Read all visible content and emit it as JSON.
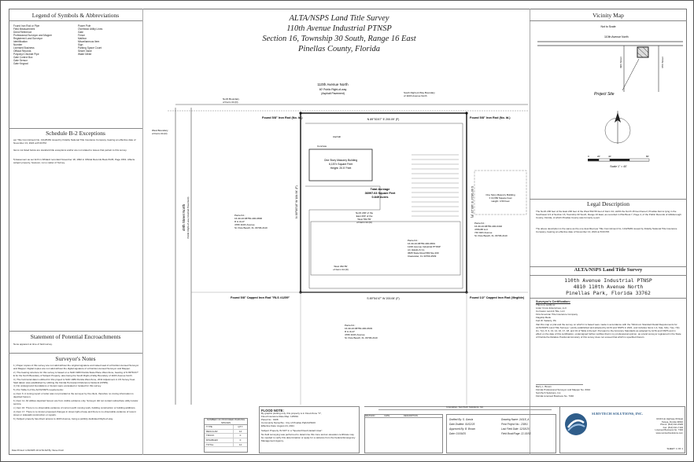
{
  "title": {
    "line1": "ALTA/NSPS Land Title Survey",
    "line2": "110th Avenue Industrial PTNSP",
    "line3": "Section 16, Township 30 South, Range 16 East",
    "line4": "Pinellas County, Florida"
  },
  "legend": {
    "heading": "Legend of Symbols & Abbreviations",
    "left": [
      "Found Iron Rod or Pipe",
      "Field Measurement",
      "Deed Reference",
      "Professional Surveyor and Mapper",
      "Registered Land Surveyor",
      "Identification",
      "Number",
      "Licensed Business",
      "Official Records",
      "Polyvinyl Chloride Pipe",
      "Gate Control Box",
      "Gate Sensor",
      "Gate Keypad"
    ],
    "right": [
      "Power Pole",
      "Overhead Utility Lines",
      "Gate",
      "Fence",
      "Mailbox",
      "Miscellaneous Item",
      "Sign",
      "Parking Space Count",
      "Sewer Valve",
      "Water Meter"
    ]
  },
  "schedule": {
    "heading": "Schedule B-2 Exceptions",
    "note": "per Title Commitment No. 13125481 issued by Fidelity National Title Insurance Company, bearing an effective date of November 13, 2024 at 8:00 PM.",
    "items_note": "Items not listed below are standard title exceptions and/or are not related to issues that pertain to this survey.",
    "item5": "Easement as set forth in Affidavit recorded November 18, 1992 in Official Records Book 8135, Page 1561. Affects subject property, however, not a matter of Survey."
  },
  "encroachments": {
    "heading": "Statement of Potential Encroachments",
    "text": "None apparent at time of field survey."
  },
  "surveyor_notes": {
    "heading": "Surveyor's Notes",
    "items": [
      "1.) Paper copies of this survey are not valid without the original signature and raised seal of a Florida Licensed Surveyor and Mapper. Digital copies are not valid without the digital signature of a Florida Licensed Surveyor and Mapper.",
      "2.) The bearing structure for this survey is based on a NAD 1983 Florida State Plane West Zone, bearing of N 89°53'47\" E for the North Boundary of Subject Property, also being the South Right-of-Way Boundary of 110th Avenue North.",
      "3.) The horizontal datum utilized for this project is NAD 1983 Florida West Zone, 2011 Adjustment in US Survey Feet. Said datum was established by utilizing the Florida Permanent Reference Network (FPRN).",
      "4.) No underground foundations or footers were excavated or located for this survey.",
      "5.) Per Table A of the ALTA/NSPS requirements:",
      "a.) Item 6. A zoning report or letter was not provided to the surveyor by the client, therefore no zoning information is depicted hereon.",
      "b.) Item 11. All utilities depicted hereon are from visible evidence only. Surveyor did not contact subsurface utility locator service.",
      "c.) Item 16. There is no observable evidence of current earth moving work, building construction or building additions.",
      "d.) Item 17. There is no known proposed changes in street right-of-way and there is no observable evidence of recent street or sidewalk construction or repairs.",
      "6.) Subject property has direct access to 110th Avenue, being a publicly dedicated Right-of-way."
    ]
  },
  "parking": {
    "heading": "NUMBER OF PROVIDED PARKING SPACES",
    "rows": [
      {
        "label": "TYPE",
        "value": "QTY"
      },
      {
        "label": "REGULAR",
        "value": "14"
      },
      {
        "label": "TRUCK",
        "value": "0"
      },
      {
        "label": "DISABLED",
        "value": "0"
      },
      {
        "label": "TOTAL",
        "value": "14"
      }
    ]
  },
  "flood": {
    "heading": "FLOOD NOTE:",
    "lines": [
      "By graphic plotting only, this property is in Flood Zone \"X\",",
      "Flood Insurance Rate Map: 125091",
      "Panel No.: 0108",
      "Community Name/No.: City of Pinellas Park/125100",
      "Effective Date: August 24, 2021",
      "",
      "Subject Property IS NOT in a \"Special Flood Hazard Area\".",
      "",
      "No field surveying was performed to determine this zone and an elevation certificate may be needed to verify this determination or apply for a variance from the Federal Emergency Management Agency."
    ]
  },
  "vicinity": {
    "heading": "Vicinity Map",
    "not_to_scale": "Not to Scale",
    "road_top": "110th Avenue North",
    "site": "Project Site",
    "road_left": "49th Street",
    "road_right": "47th Street"
  },
  "scale": {
    "values": [
      "0",
      "20'",
      "40'",
      "80'"
    ],
    "label": "Scale 1\" = 40'"
  },
  "legal": {
    "heading": "Legal Description",
    "text": "The North 200 feet of the East 200 feet of the West 562.59 feet of Farm 34, LESS the North 15 feet thereof, Pinellas Farms lying in the Southwest 1/4 of Section 16, Township 30 South, Range 16 East, as recorded in Plat Book 7, Page 4, of the Public Records of Hillsborough County, Florida, of which Pinellas County was formerly a part.",
    "text2": "The above description is the same as the one described per Title Commitment No. 13125481 issued by Fidelity National Title Insurance Company, bearing an effective date of November 13, 2024 at 8:00 PM."
  },
  "title_block": {
    "line1": "ALTA/NSPS Land Title Survey",
    "line2": "110th Avenue Industrial PTNSP",
    "line3": "4810 110th Avenue North",
    "line4": "Pinellas Park, Florida 33762"
  },
  "certification": {
    "heading": "Surveyor's Certification:",
    "lines": [
      "This is to certify to:",
      "Lister Cross Enterprises, LLC",
      "Corrosion Land & Title, LLC",
      "First American Title Insurance Company",
      "Flagship Bank",
      "Fed W. Satterly, PA"
    ],
    "text": "that this map or plat and the survey on which it is based were made in accordance with the \"Minimum Standard Detail Requirements for ALTA/NSPS Land Title Surveys,\" jointly established and adopted by ALTA and NSPS in 2021, and includes Items 1-4, 6(a), 6(b), 7(a), 7(b)(1), 7(c), 8, 9, 13, 14, 16, 17, 18, and 19 of Table A thereof. Pursuant to the Accuracy Standards as adopted by ALTA and NSPS and in effect on the date of this certification, undersigned further certifies that in my professional opinion, as a land surveyor registered in the State of Florida the Relative Positional Accuracy of this survey does not exceed that which is specified therein."
  },
  "signature": {
    "name": "Barry L. Brown",
    "title": "Florida Professional Surveyor and Mapper No. 6010",
    "company": "SurvTech Solutions, Inc.",
    "lb": "Florida Licensed Business No. 7340"
  },
  "company_strip": "Innovative. SurvTech Solutions, Inc.",
  "revisions": {
    "header_left": "REVISION",
    "header_mid": "DATE",
    "header_right": "DESCRIPTION"
  },
  "project": {
    "drafted": "Drafted By: S. Garcia",
    "date_drafted": "Date Drafted: 01/02/25",
    "approved": "Approved By: B. Brown",
    "date": "Date: 01/09/25",
    "drawing": "Drawing Name: 24118_A",
    "project_no": "Print Project No.: 23951",
    "last_field": "Last Field Date: 12/18/25",
    "field_book": "Field Book/Page: 22-03/52"
  },
  "company": {
    "name": "SURVTECH SOLUTIONS, INC.",
    "addr": "10413 Ho Highway 60 East",
    "city": "Tampa, Florida 33610",
    "phone": "Phone: (813) 621-4929",
    "fax": "Fax: (813) 621-7194",
    "lb": "Licensed Business No. 7340",
    "web": "www.survtechsolutions.com",
    "sheet": "SHEET: 1 OF 1"
  },
  "footer_left": "Date Printed: 1/16/2025 10:11:52 AM  By: Steve Kratz",
  "plan": {
    "road_top": "110th Avenue North",
    "road_top_sub": "60' Public Right-of-way",
    "road_top_sub2": "(Asphalt Pavement)",
    "south_row": "South Right-of-Way Boundary",
    "south_row2": "of 110th Avenue North",
    "north_boundary": "North Boundary",
    "north_boundary2": "of Farm 34 (D)",
    "west_boundary": "West Boundary",
    "west_boundary2": "of Farm 34 (D)",
    "street_left": "49th Street North",
    "street_left_sub": "Public Right-of-way (Asphalt Pavement)",
    "found_nw": "Found 5/8\" Iron Rod (No. Id.)",
    "found_ne": "Found 5/8\" Iron Rod (No. Id.)",
    "found_sw": "Found 5/8\" Capped Iron Rod \"RLS #1259\"",
    "found_se": "Found 1/2\" Capped Iron Rod (illegible)",
    "bearing_top": "N 89°53'47\" E  200.09' (F)",
    "bearing_bottom": "S 89°54'47\" W  200.06' (F)",
    "bearing_left": "N 00°00'18\" W  184.94' (F)",
    "bearing_right": "S 00°08'24\" E  185.23' (F)",
    "building": "One Story Masonry Building",
    "building_sq": "6,157± Square Feet",
    "building_ht": "Height: 20.5' Feet",
    "acreage": "Total Acreage",
    "acreage_sq": "36997.63 Square Feet",
    "acreage_ac": "0.849 Acres",
    "parcel_left": "Parcel Id.:",
    "parcel_left2": "16-30-16-68750-400-0800",
    "parcel_left3": "R & JLLP",
    "parcel_left4": "4780 110th Avenue",
    "parcel_left5": "St. Pete Beach, FL 33706-2110",
    "parcel_right": "Parcel Id.:",
    "parcel_right2": "16-30-16-68750-400-0402",
    "parcel_right3": "4780-88 LLC",
    "parcel_right4": "740 94th Avenue",
    "parcel_right5": "St. Pete Beach, FL 33706-2110",
    "parcel_center": "Parcel Id.:",
    "parcel_center2": "16-30-16-68750-400-0801",
    "parcel_center3": "110th Avenue Industrial PTNSP",
    "parcel_center4": "c/o Hawks & Co.",
    "parcel_center5": "3605 State Road 580 Ste 200",
    "parcel_center6": "Clearwater, FL 33760-2539",
    "parcel_bottom": "Parcel Id.:",
    "parcel_bottom2": "16-30-16-68750-400-0603",
    "parcel_bottom3": "R & JLLP",
    "parcel_bottom4": "4780 110th Avenue",
    "parcel_bottom5": "St. Pete Beach, FL 33706-2110",
    "bldg_right": "One Story Masonry Building",
    "bldg_right2": "± 13,650 Square Feet",
    "bldg_right3": "Height: 4.50 Feet",
    "north_200": "North 200' of the",
    "north_200b": "East 200' of the",
    "north_200c": "West 562.59'",
    "north_200d": "of Farm 34 (D)",
    "west_line": "West 362.59'",
    "west_line2": "of Farm 34 (D)",
    "concrete": "Concrete",
    "asphalt": "Asphalt"
  }
}
